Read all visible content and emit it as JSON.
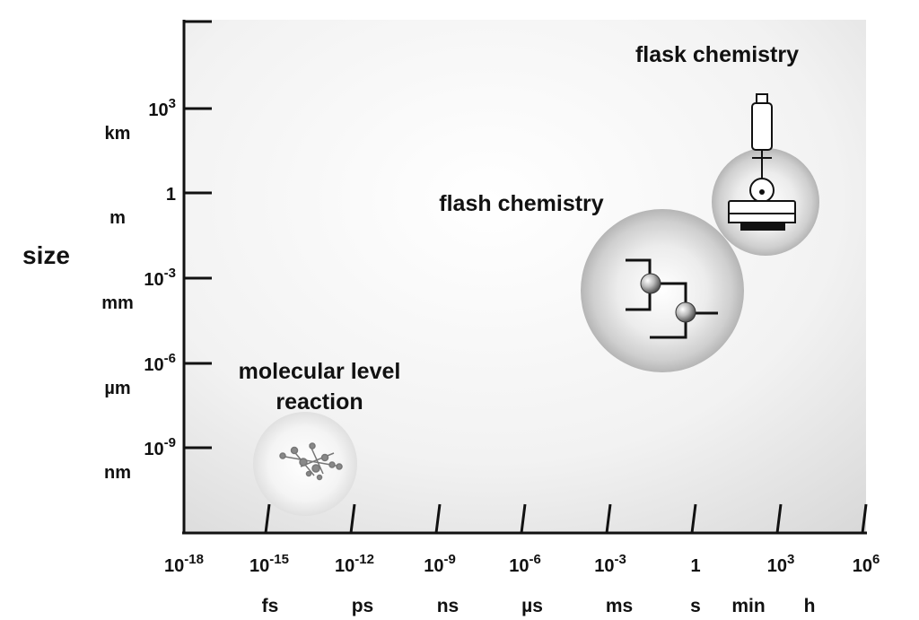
{
  "y_axis": {
    "title": "size",
    "ticks": [
      {
        "exp": "3",
        "unit": "km"
      },
      {
        "exp": "",
        "unit": "m",
        "plain": "1"
      },
      {
        "exp": "-3",
        "unit": "mm"
      },
      {
        "exp": "-6",
        "unit": "µm"
      },
      {
        "exp": "-9",
        "unit": "nm"
      }
    ]
  },
  "x_axis": {
    "ticks": [
      {
        "exp": "-18"
      },
      {
        "exp": "-15"
      },
      {
        "exp": "-12"
      },
      {
        "exp": "-9"
      },
      {
        "exp": "-6"
      },
      {
        "exp": "-3"
      },
      {
        "plain": "1"
      },
      {
        "exp": "3"
      },
      {
        "exp": "6"
      }
    ],
    "units": [
      "fs",
      "ps",
      "ns",
      "µs",
      "ms",
      "s",
      "min",
      "h"
    ]
  },
  "regions": {
    "molecular": {
      "line1": "molecular level",
      "line2": "reaction"
    },
    "flash": {
      "label": "flash chemistry"
    },
    "flask": {
      "label": "flask chemistry"
    }
  },
  "colors": {
    "axis": "#111111",
    "bubble": "#d0d0d0",
    "panel_light": "#ffffff",
    "panel_dark": "#dcdcdc"
  }
}
